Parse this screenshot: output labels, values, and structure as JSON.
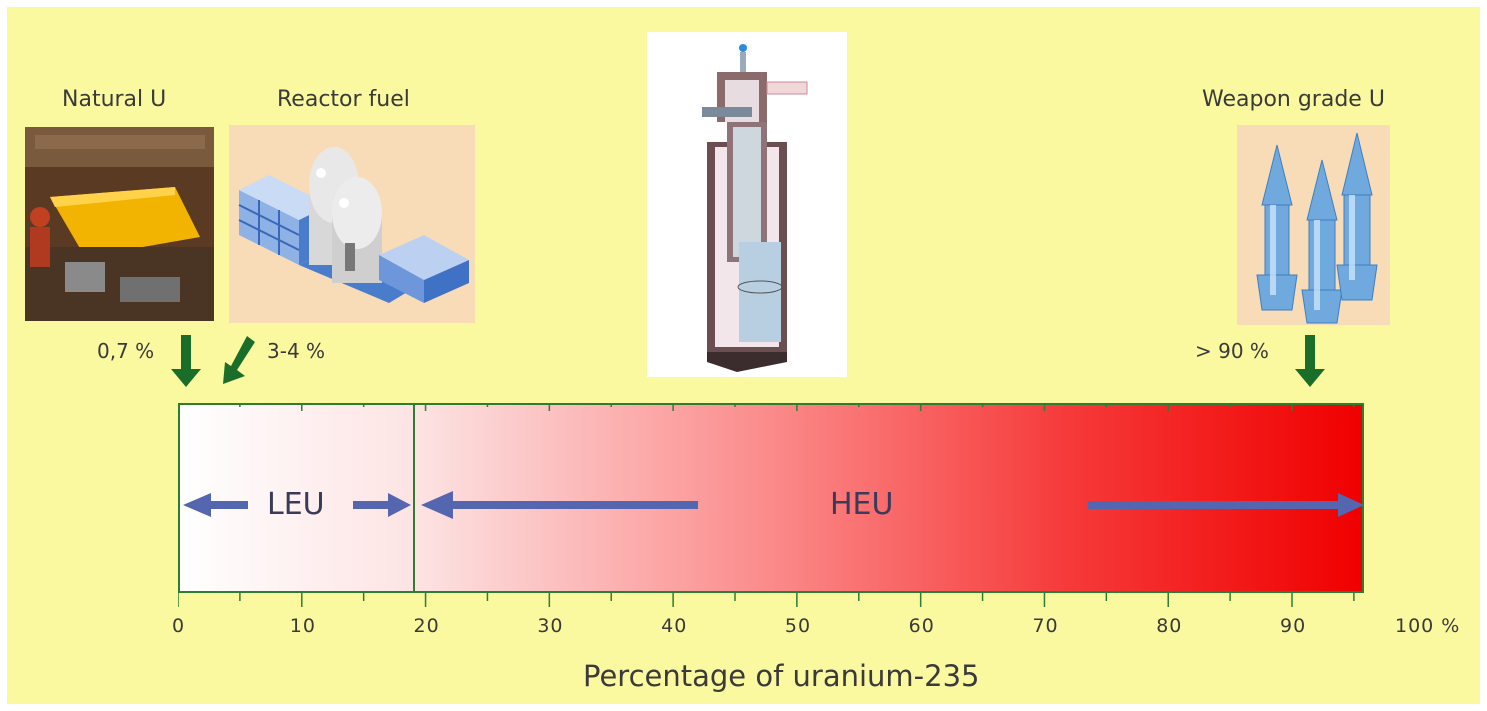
{
  "labels": {
    "natural_u": "Natural U",
    "reactor_fuel": "Reactor fuel",
    "weapon_grade": "Weapon grade U",
    "natural_pct": "0,7 %",
    "reactor_pct": "3-4 %",
    "weapon_pct": "> 90 %",
    "leu": "LEU",
    "heu": "HEU",
    "axis_title": "Percentage of uranium-235"
  },
  "axis": {
    "ticks": [
      "0",
      "10",
      "20",
      "30",
      "40",
      "50",
      "60",
      "70",
      "80",
      "90"
    ],
    "end_label": "100 %",
    "min": 0,
    "max": 100
  },
  "markers": {
    "natural_value": 0.7,
    "reactor_range": [
      3,
      4
    ],
    "weapon_value": 90,
    "leu_heu_boundary": 20
  },
  "colors": {
    "background": "#fbf9a0",
    "arrow_green": "#1b6e2a",
    "range_arrow_blue": "#5566b0",
    "gradient_start": "#ffffff",
    "gradient_end": "#f00000"
  },
  "icons": [
    "mining-photo",
    "reactor-building-icon",
    "centrifuge-icon",
    "warheads-icon"
  ]
}
